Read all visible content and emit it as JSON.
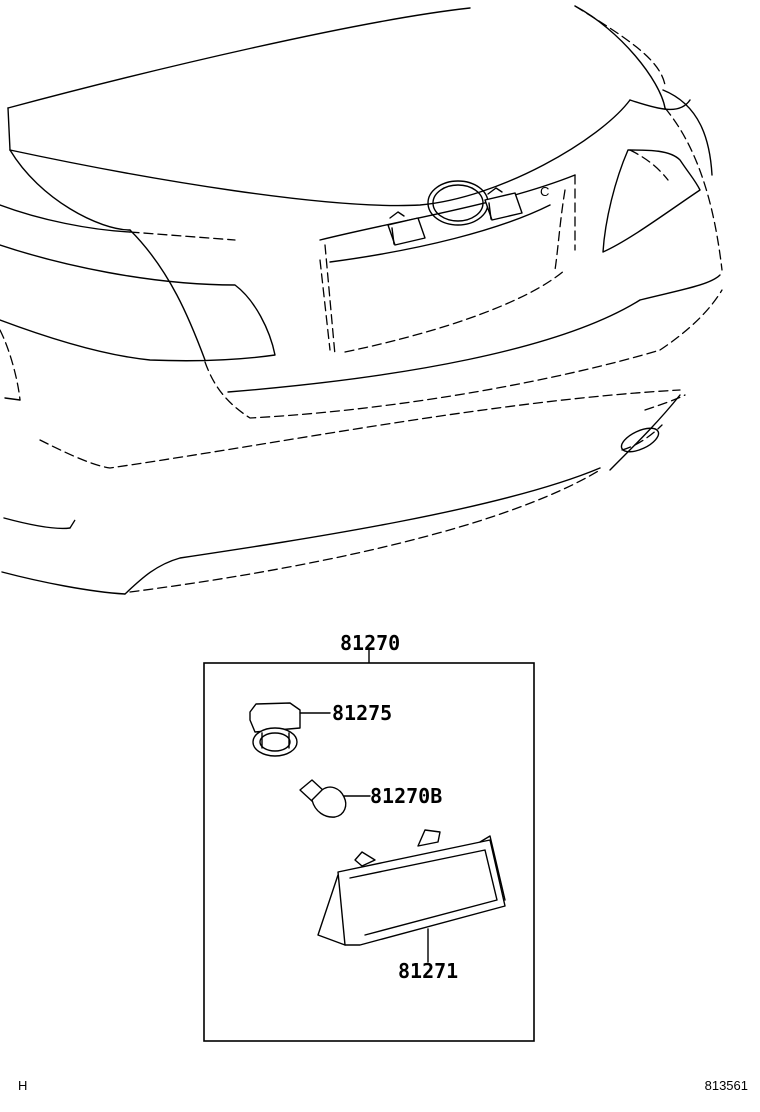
{
  "diagram": {
    "title_part_number": "81270",
    "parts": [
      {
        "number": "81275"
      },
      {
        "number": "81270B"
      },
      {
        "number": "81271"
      }
    ],
    "corner_mark": "H",
    "reference_code": "813561",
    "trunk_emblem_letter": "C"
  }
}
